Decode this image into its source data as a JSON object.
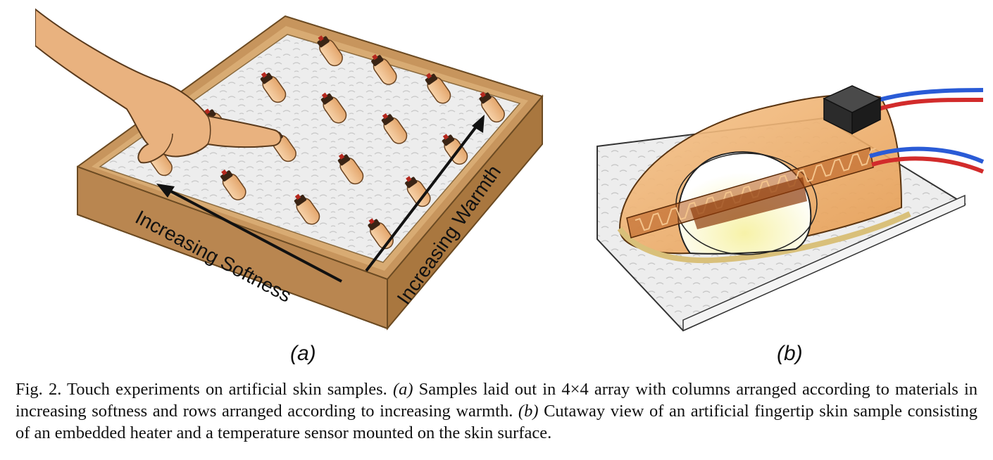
{
  "figure": {
    "panel_a": {
      "label": "(a)",
      "arrow_softness_label": "Increasing Softness",
      "arrow_warmth_label": "Increasing Warmth"
    },
    "panel_b": {
      "label": "(b)"
    },
    "caption": {
      "number": "Fig. 2.",
      "intro": " Touch experiments on artificial skin samples. ",
      "a_marker": "(a)",
      "a_text": " Samples laid out in 4×4 array with columns arranged according to materials in increasing softness and rows arranged according to increasing warmth. ",
      "b_marker": "(b)",
      "b_text": " Cutaway view of an artificial fingertip skin sample consisting of an embedded heater and a temperature sensor mounted on the skin surface."
    }
  },
  "colors": {
    "wood": "#c7955d",
    "wood_dark": "#a9773f",
    "skin": "#f2c08c",
    "foam": "#ececec",
    "heater": "#a64a12",
    "wire_blue": "#2a5bd6",
    "wire_red": "#d22b2b"
  },
  "icons": [
    "hand-illustration",
    "fingertip-sample-icon",
    "sensor-block-icon",
    "heater-trace-icon"
  ]
}
